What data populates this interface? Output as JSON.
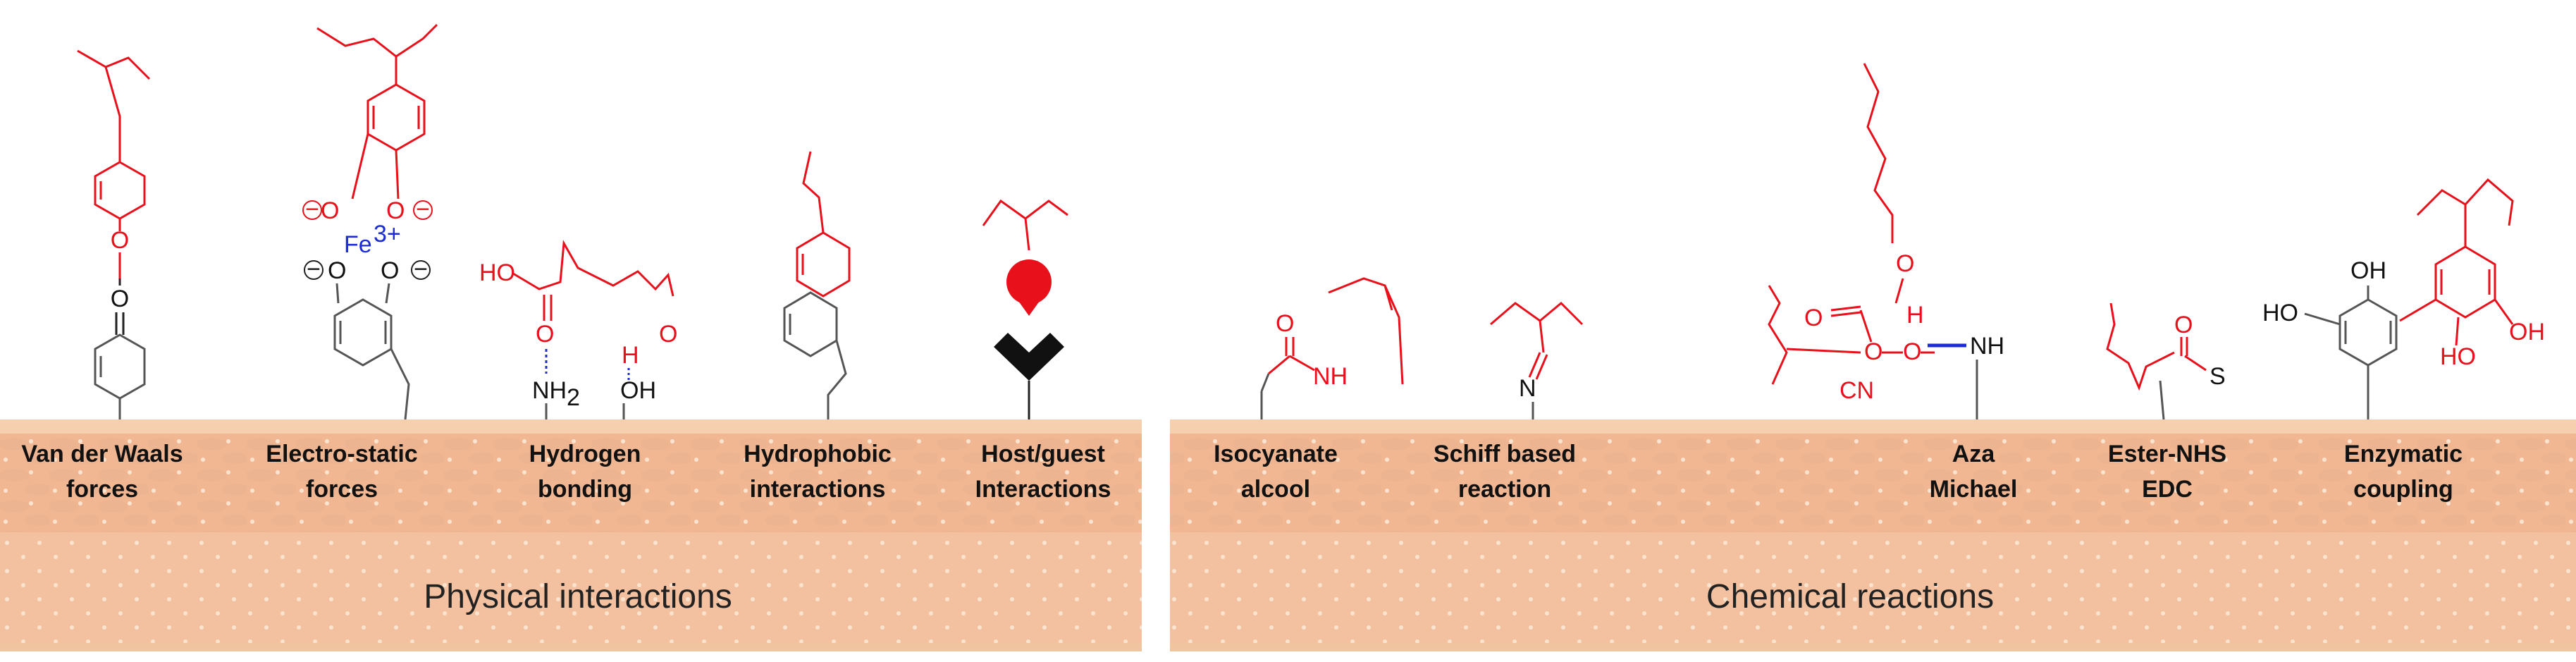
{
  "sections": [
    {
      "title": "Physical interactions",
      "items": [
        {
          "line1": "Van der Waals",
          "line2": "forces"
        },
        {
          "line1": "Electro-static",
          "line2": "forces"
        },
        {
          "line1": "Hydrogen",
          "line2": "bonding"
        },
        {
          "line1": "Hydrophobic",
          "line2": "interactions"
        },
        {
          "line1": "Host/guest",
          "line2": "Interactions"
        }
      ]
    },
    {
      "title": "Chemical reactions",
      "items": [
        {
          "line1": "Isocyanate",
          "line2": "alcool"
        },
        {
          "line1": "Schiff based",
          "line2": "reaction"
        },
        {
          "line1": "Aza",
          "line2": "Michael"
        },
        {
          "line1": "Ester-NHS",
          "line2": "EDC"
        },
        {
          "line1": "Enzymatic",
          "line2": "coupling"
        }
      ]
    }
  ],
  "chem": {
    "fe": "Fe",
    "fe_charge": "3+",
    "o": "O",
    "minus": "−",
    "ho": "HO",
    "nh2": "NH",
    "two": "2",
    "oh": "OH",
    "h": "H",
    "nh": "NH",
    "n": "N",
    "h2": "H",
    "cn": "CN",
    "s": "S"
  },
  "colors": {
    "skin_top": "#f5cfae",
    "skin_band": "#e9a380",
    "skin_body": "#f3c1a0",
    "cell": "#eab090",
    "dot": "#fbe4cf",
    "red": "#e8101a",
    "blue": "#1d2bd6"
  }
}
